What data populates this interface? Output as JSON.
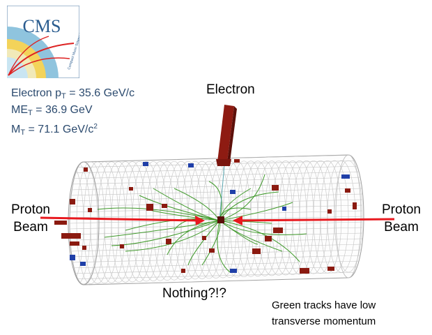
{
  "logo": {
    "text": "CMS",
    "subtitle": "Compact Muon Solenoid"
  },
  "event_info": {
    "pt": {
      "prefix": "Electron p",
      "sub": "T",
      "value": " = 35.6 GeV/c"
    },
    "met": {
      "prefix": "ME",
      "sub": "T",
      "value": " = 36.9 GeV"
    },
    "mt": {
      "prefix": "M",
      "sub": "T",
      "value": " = 71.1 GeV/c",
      "sup": "2"
    }
  },
  "labels": {
    "electron": "Electron",
    "proton_left_1": "Proton",
    "proton_left_2": "Beam",
    "proton_right_1": "Proton",
    "proton_right_2": "Beam",
    "nothing": "Nothing?!?",
    "note_1": "Green tracks have low",
    "note_2": "transverse momentum"
  },
  "colors": {
    "beam": "#e8191f",
    "tracks": "#3f9a2a",
    "deposit": "#8b1a10",
    "cell_blue": "#1f3fa8",
    "mesh": "#b8b8b8",
    "text_info": "#2b4a6e"
  }
}
